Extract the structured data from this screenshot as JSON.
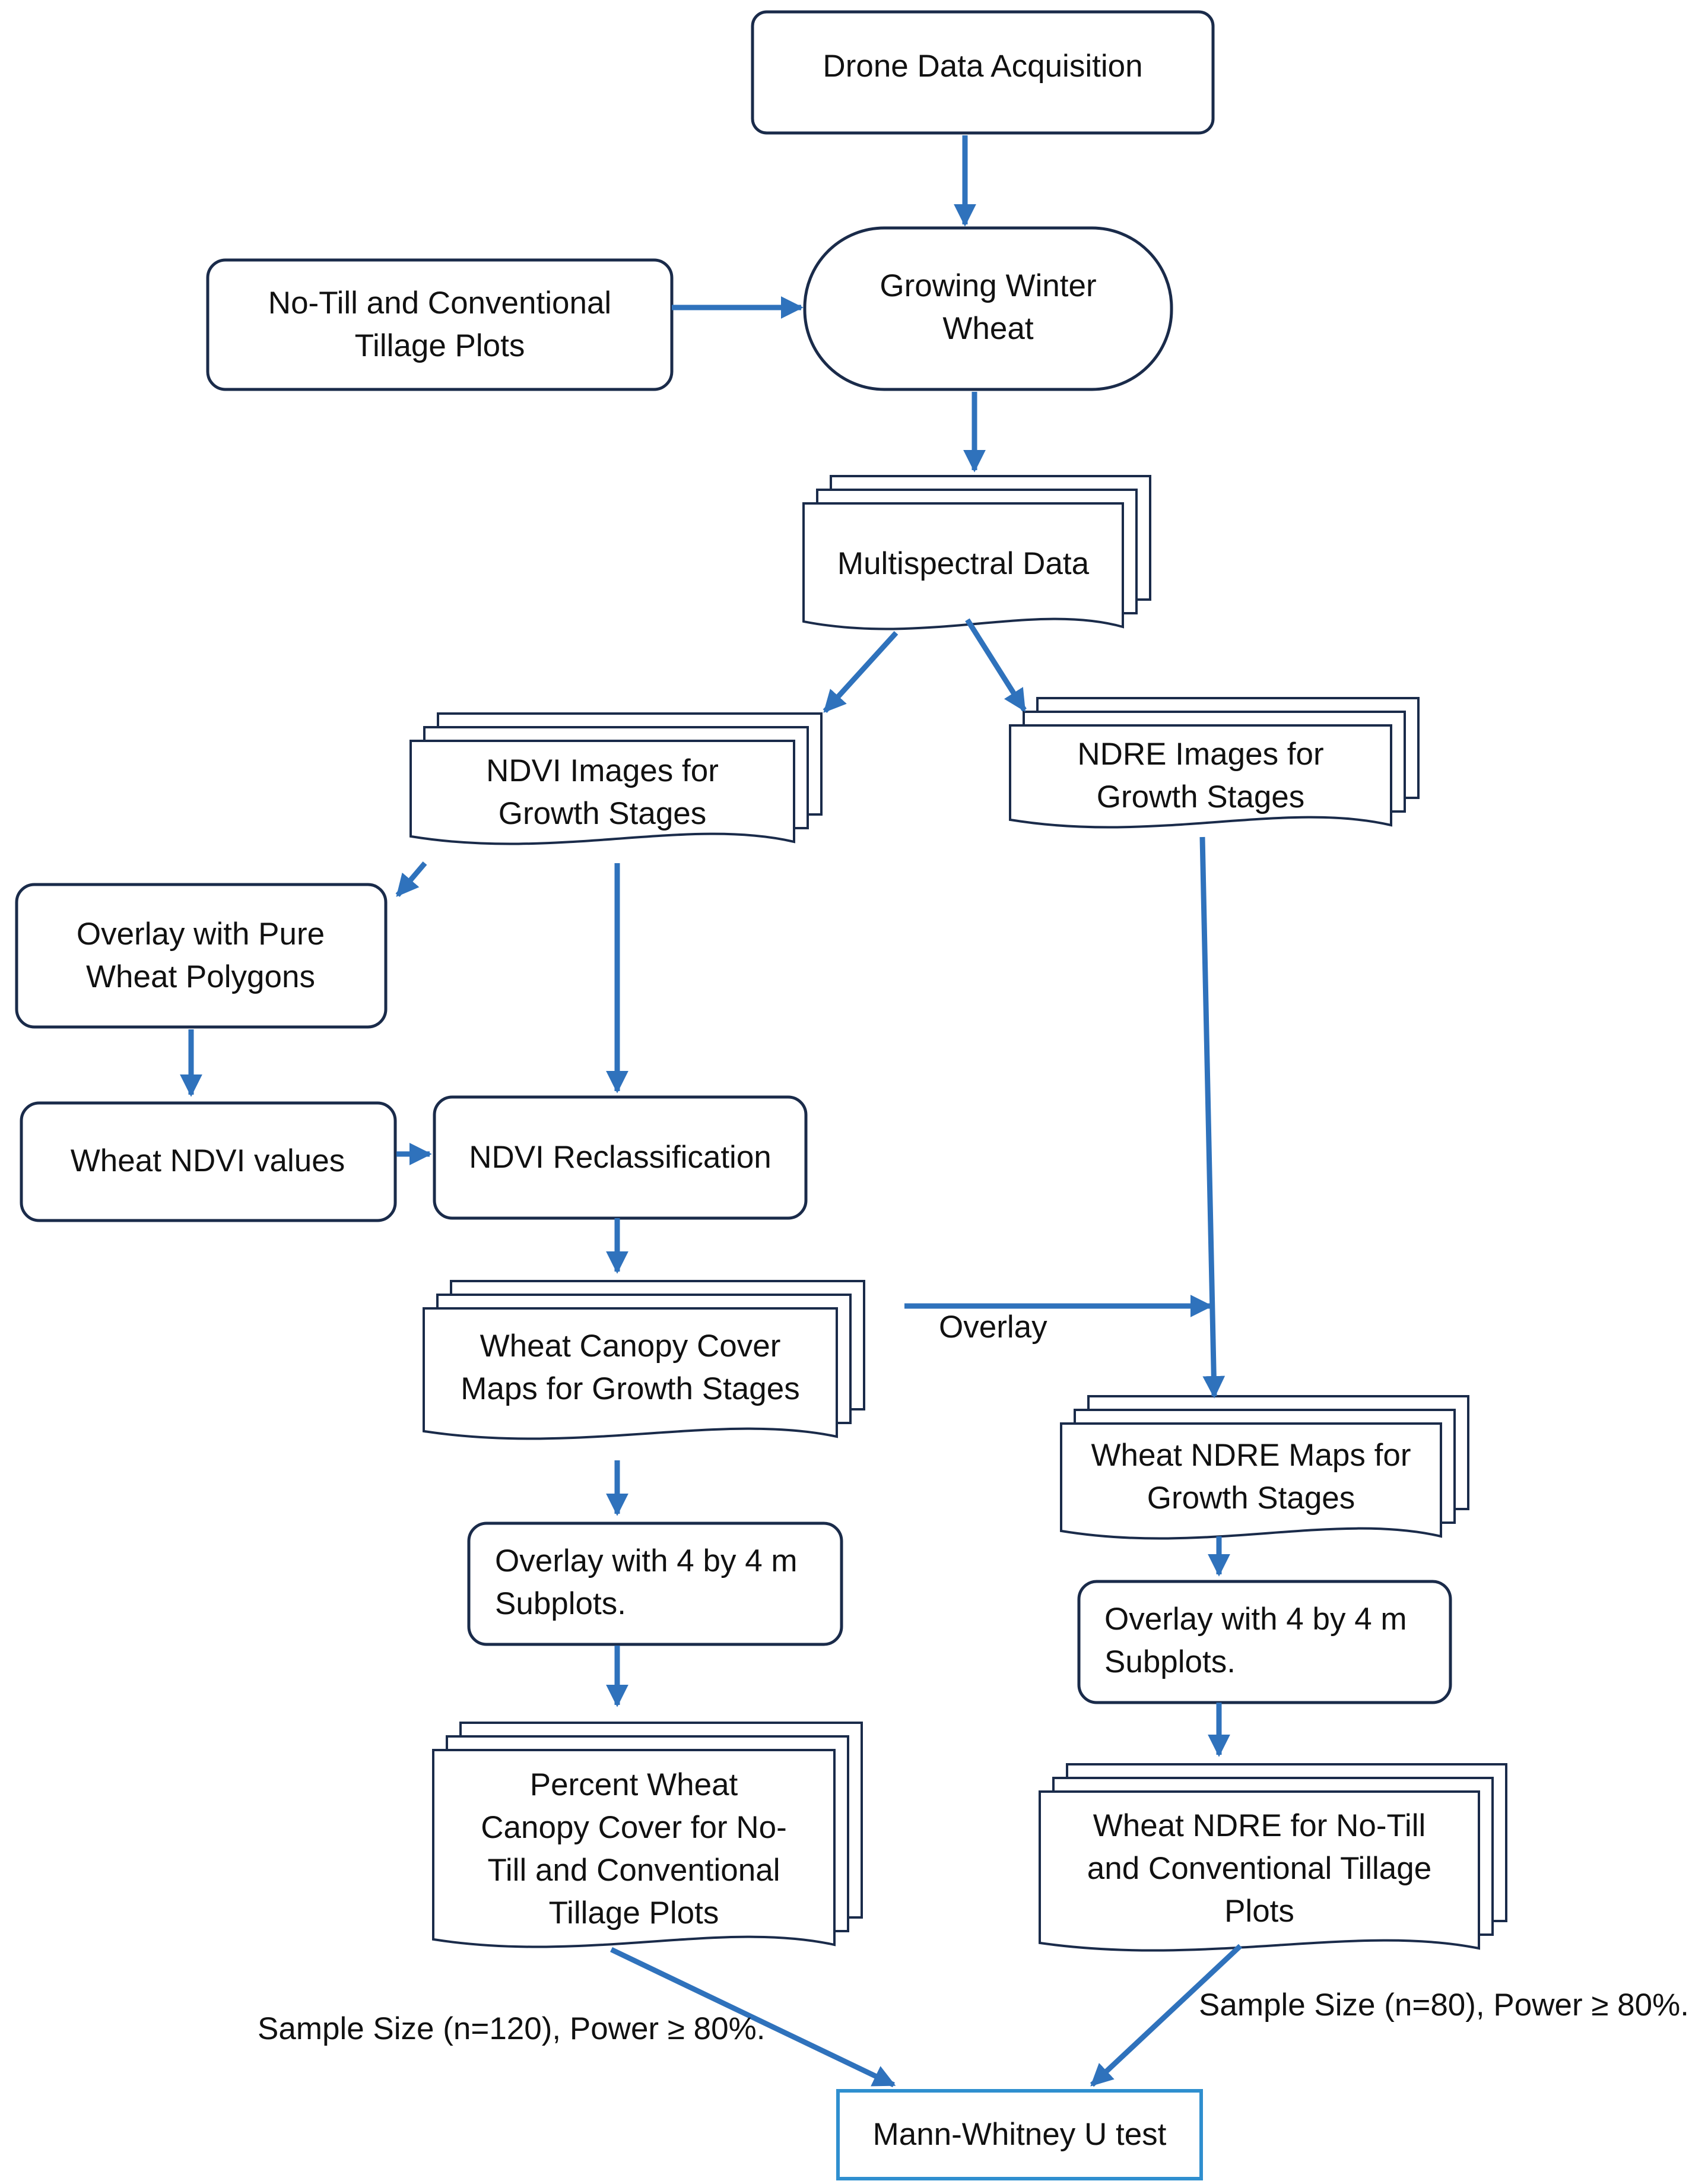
{
  "colors": {
    "stroke": "#1a2b4a",
    "arrow": "#2f72bc",
    "final_box": "#2f8fcf",
    "text": "#111111"
  },
  "nodes": {
    "drone": "Drone Data Acquisition",
    "growing": "Growing Winter Wheat",
    "notill_plots": "No-Till and Conventional Tillage Plots",
    "multispectral": "Multispectral Data",
    "ndvi_images": "NDVI Images for Growth Stages",
    "ndre_images": "NDRE Images for Growth Stages",
    "overlay_pure": "Overlay with Pure Wheat Polygons",
    "wheat_ndvi_values": "Wheat NDVI values",
    "ndvi_reclass": "NDVI Reclassification",
    "canopy_maps": "Wheat Canopy Cover Maps for Growth Stages",
    "ndre_maps": "Wheat NDRE Maps for Growth Stages",
    "overlay_subplots_left": "Overlay with 4 by 4 m Subplots.",
    "overlay_subplots_right": "Overlay with 4 by 4 m Subplots.",
    "percent_canopy": "Percent Wheat Canopy Cover for No-Till and Conventional Tillage Plots",
    "ndre_notill": "Wheat NDRE for No-Till and Conventional Tillage Plots",
    "mann_whitney": "Mann-Whitney U test"
  },
  "edge_labels": {
    "overlay": "Overlay",
    "sample_left": "Sample Size (n=120), Power ≥ 80%.",
    "sample_right": "Sample Size (n=80), Power ≥ 80%."
  }
}
